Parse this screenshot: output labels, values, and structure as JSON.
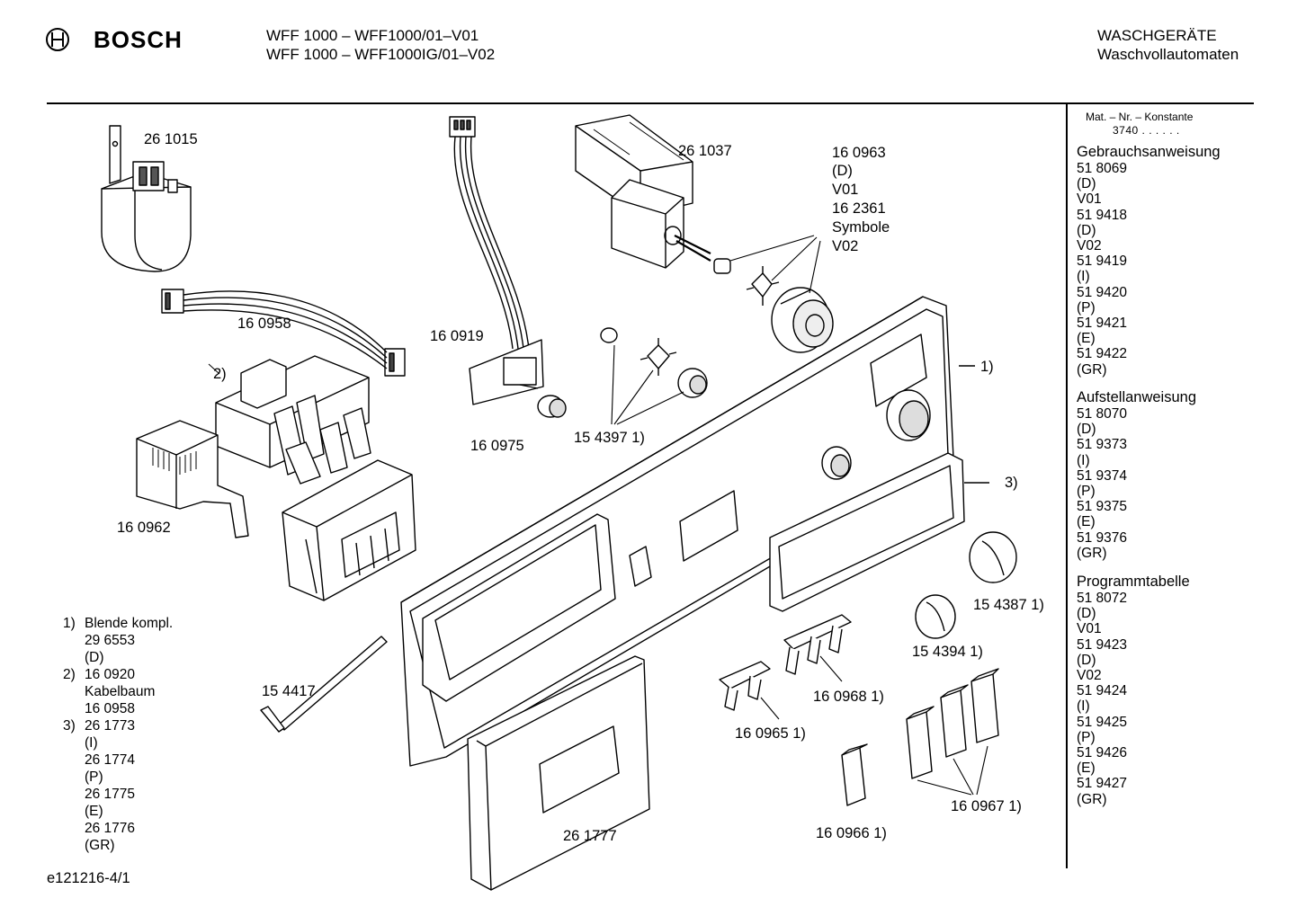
{
  "header": {
    "brand": "BOSCH",
    "model_line_1": "WFF 1000 – WFF1000/01–V01",
    "model_line_2": "WFF 1000 – WFF1000IG/01–V02",
    "category": "WASCHGERÄTE",
    "subcategory": "Waschvollautomaten"
  },
  "labels": {
    "p261015": "26 1015",
    "p160958": "16 0958",
    "p160919": "16 0919",
    "p261037": "26 1037",
    "p160963": "16 0963",
    "p160963_d": "(D)",
    "p160963_v01": "V01",
    "p162361": "16 2361",
    "p162361_sym": "Symbole",
    "p162361_v02": "V02",
    "p2": "2)",
    "p1": "1)",
    "p3": "3)",
    "p160975": "16 0975",
    "p154397": "15 4397 1)",
    "p160962": "16 0962",
    "p154387": "15 4387 1)",
    "p154394": "15 4394 1)",
    "p154417": "15 4417",
    "p160968": "16 0968 1)",
    "p160965": "16 0965 1)",
    "p160967": "16 0967 1)",
    "p160966": "16 0966 1)",
    "p261777": "26 1777"
  },
  "legend": [
    {
      "num": "1)",
      "lines": [
        "Blende kompl.",
        "29 6553",
        "(D)"
      ]
    },
    {
      "num": "2)",
      "lines": [
        "16 0920",
        "Kabelbaum",
        "16 0958"
      ]
    },
    {
      "num": "3)",
      "lines": [
        "26 1773",
        "(I)",
        "26 1774",
        "(P)",
        "26 1775",
        "(E)",
        "26 1776",
        "(GR)"
      ]
    }
  ],
  "footer": {
    "code": "e121216-4/1"
  },
  "sidebar": {
    "mat_title": "Mat. – Nr. – Konstante",
    "mat_value": "3740 . . . . . .",
    "sections": [
      {
        "title": "Gebrauchsanweisung",
        "lines": [
          "51 8069",
          "(D)",
          "V01",
          "51 9418",
          "(D)",
          "V02",
          "51 9419",
          "(I)",
          "51 9420",
          "(P)",
          "51 9421",
          "(E)",
          "51 9422",
          "(GR)"
        ]
      },
      {
        "title": "Aufstellanweisung",
        "lines": [
          "51 8070",
          "(D)",
          "51 9373",
          "(I)",
          "51 9374",
          "(P)",
          "51 9375",
          "(E)",
          "51 9376",
          "(GR)"
        ]
      },
      {
        "title": "Programmtabelle",
        "lines": [
          "51 8072",
          "(D)",
          "V01",
          "51 9423",
          "(D)",
          "V02",
          "51 9424",
          "(I)",
          "51 9425",
          "(P)",
          "51 9426",
          "(E)",
          "51 9427",
          "(GR)"
        ]
      }
    ]
  },
  "colors": {
    "ink": "#000000",
    "paper": "#ffffff",
    "shade": "#d9d9d9",
    "dark": "#8c8c8c"
  }
}
